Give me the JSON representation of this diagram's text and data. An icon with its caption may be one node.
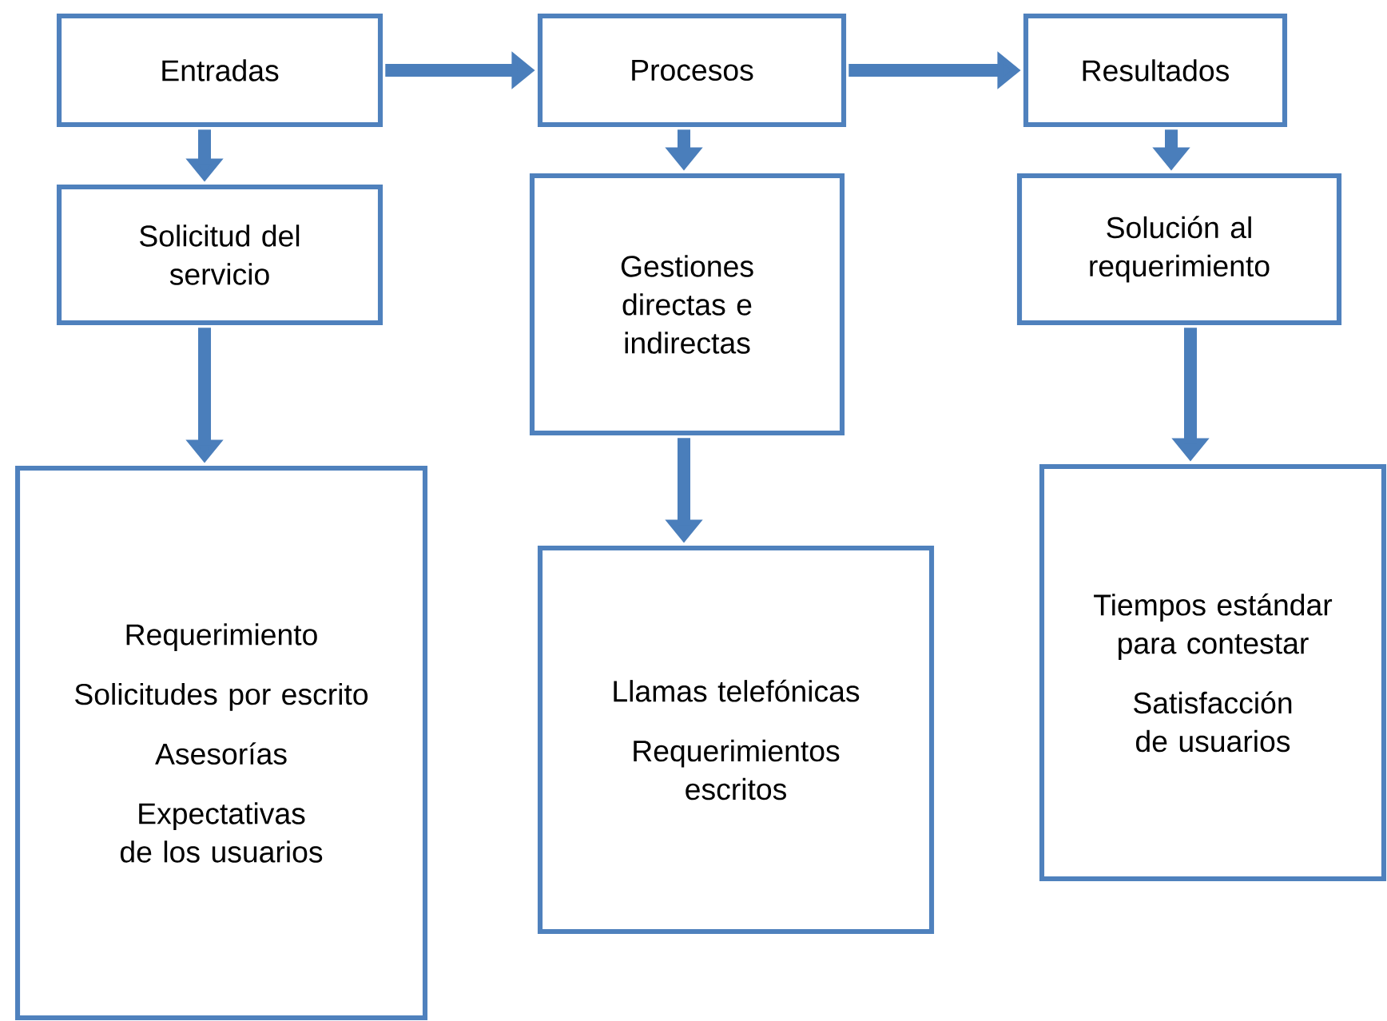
{
  "diagram": {
    "nodes": [
      {
        "text": [
          "Entradas"
        ]
      },
      {
        "text": [
          "Procesos"
        ]
      },
      {
        "text": [
          "Resultados"
        ]
      },
      {
        "text": [
          "Solicitud del servicio"
        ]
      },
      {
        "text": [
          "Gestiones directas e indirectas"
        ]
      },
      {
        "text": [
          "Solución al requerimiento"
        ]
      },
      {
        "text": [
          "Requerimiento",
          "Solicitudes por escrito",
          "Asesorías",
          "Expectativas de los usuarios"
        ]
      },
      {
        "text": [
          "Llamas telefónicas",
          "Requerimientos escritos"
        ]
      },
      {
        "text": [
          "Tiempos estándar para contestar",
          "Satisfacción de usuarios"
        ]
      }
    ],
    "edges": [
      {
        "from": 0,
        "to": 1,
        "arrow": "to"
      },
      {
        "from": 1,
        "to": 2,
        "arrow": "to"
      },
      {
        "from": 0,
        "to": 3,
        "arrow": "to"
      },
      {
        "from": 3,
        "to": 6,
        "arrow": "to"
      },
      {
        "from": 1,
        "to": 4,
        "arrow": "to"
      },
      {
        "from": 4,
        "to": 7,
        "arrow": "to"
      },
      {
        "from": 2,
        "to": 5,
        "arrow": "to"
      },
      {
        "from": 5,
        "to": 8,
        "arrow": "to"
      }
    ]
  }
}
